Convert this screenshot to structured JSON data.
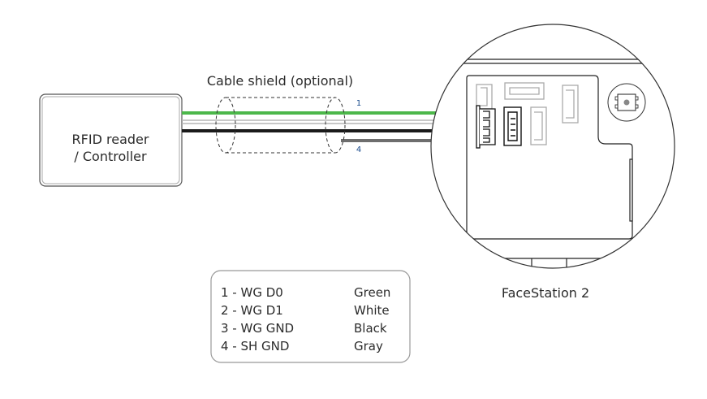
{
  "diagram": {
    "device_left": {
      "line1": "RFID reader",
      "line2": "/ Controller"
    },
    "shield_label": "Cable shield (optional)",
    "wire_markers": {
      "first": "1",
      "last": "4"
    },
    "device_right_label": "FaceStation 2",
    "wires": [
      {
        "pin": "1",
        "signal": "WG D0",
        "color_name": "Green",
        "color": "#4cb74a"
      },
      {
        "pin": "2",
        "signal": "WG D1",
        "color_name": "White",
        "color": "#b5b5b5"
      },
      {
        "pin": "3",
        "signal": "WG GND",
        "color_name": "Black",
        "color": "#1a1a1a"
      },
      {
        "pin": "4",
        "signal": "SH GND",
        "color_name": "Gray",
        "color": "#6e6e6e"
      }
    ],
    "legend": [
      {
        "label": "1 - WG D0",
        "color": "Green"
      },
      {
        "label": "2 - WG D1",
        "color": "White"
      },
      {
        "label": "3 - WG GND",
        "color": "Black"
      },
      {
        "label": "4 - SH GND",
        "color": "Gray"
      }
    ]
  }
}
